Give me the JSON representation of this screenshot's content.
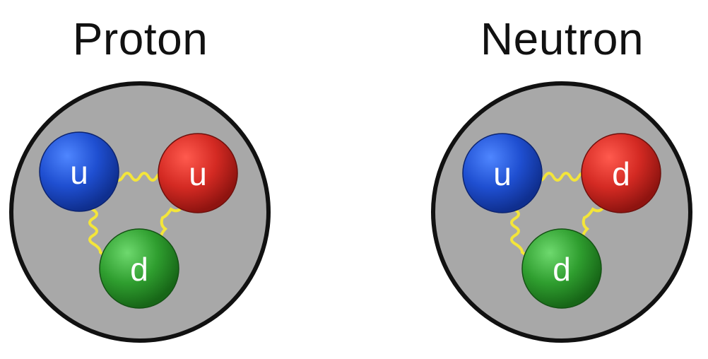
{
  "colors": {
    "background": "#ffffff",
    "nucleon_fill": "#a8a8a8",
    "nucleon_outline": "#111111",
    "up_blue": "#1f4fd1",
    "red": "#d42a23",
    "green": "#2f9e2f",
    "gluon": "#f3e53a",
    "label": "#ffffff"
  },
  "particles": [
    {
      "title": "Proton",
      "quarks": [
        {
          "label": "u",
          "color": "blue"
        },
        {
          "label": "u",
          "color": "red"
        },
        {
          "label": "d",
          "color": "green"
        }
      ]
    },
    {
      "title": "Neutron",
      "quarks": [
        {
          "label": "u",
          "color": "blue"
        },
        {
          "label": "d",
          "color": "red"
        },
        {
          "label": "d",
          "color": "green"
        }
      ]
    }
  ]
}
